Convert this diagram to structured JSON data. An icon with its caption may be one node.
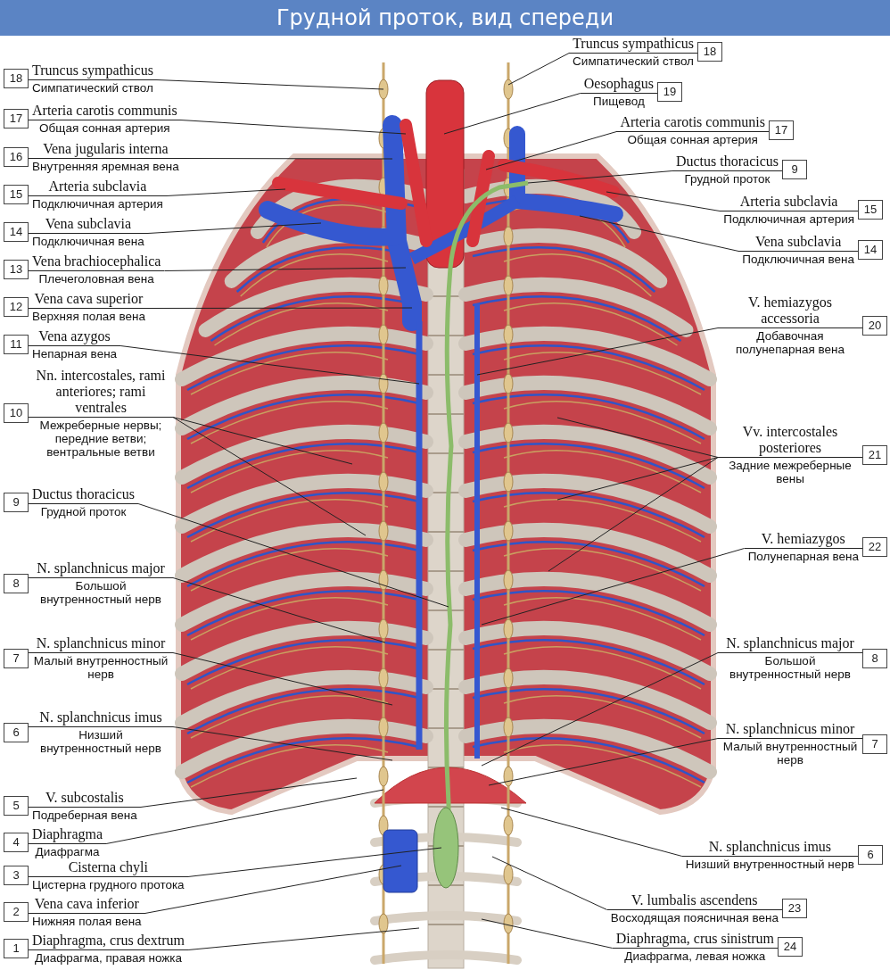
{
  "diagram": {
    "title": "Грудной проток, вид спереди",
    "nodes": [
      {
        "text": [
          "18",
          "Truncus sympathicus",
          "Симпатический ствол"
        ]
      },
      {
        "text": [
          "17",
          "Arteria carotis communis",
          "Общая сонная артерия"
        ]
      },
      {
        "text": [
          "16",
          "Vena jugularis interna",
          "Внутренняя яремная вена"
        ]
      },
      {
        "text": [
          "15",
          "Arteria subclavia",
          "Подключичная артерия"
        ]
      },
      {
        "text": [
          "14",
          "Vena subclavia",
          "Подключичная вена"
        ]
      },
      {
        "text": [
          "13",
          "Vena brachiocephalica",
          "Плечеголовная вена"
        ]
      },
      {
        "text": [
          "12",
          "Vena cava superior",
          "Верхняя полая вена"
        ]
      },
      {
        "text": [
          "11",
          "Vena azygos",
          "Непарная вена"
        ]
      },
      {
        "text": [
          "10",
          "Nn. intercostales, rami anteriores; rami ventrales",
          "Межреберные нервы; передние ветви; вентральные ветви"
        ]
      },
      {
        "text": [
          "9",
          "Ductus thoracicus",
          "Грудной проток"
        ]
      },
      {
        "text": [
          "8",
          "N. splanchnicus major",
          "Большой внутренностный нерв"
        ]
      },
      {
        "text": [
          "7",
          "N. splanchnicus minor",
          "Малый внутренностный нерв"
        ]
      },
      {
        "text": [
          "6",
          "N. splanchnicus imus",
          "Низший внутренностный нерв"
        ]
      },
      {
        "text": [
          "5",
          "V. subcostalis",
          "Подреберная вена"
        ]
      },
      {
        "text": [
          "4",
          "Diaphragma",
          "Диафрагма"
        ]
      },
      {
        "text": [
          "3",
          "Cisterna chyli",
          "Цистерна грудного протока"
        ]
      },
      {
        "text": [
          "2",
          "Vena cava inferior",
          "Нижняя полая вена"
        ]
      },
      {
        "text": [
          "1",
          "Diaphragma, crus dextrum",
          "Диафрагма, правая ножка"
        ]
      },
      {
        "text": [
          "Truncus sympathicus",
          "Симпатический ствол",
          "18"
        ]
      },
      {
        "text": [
          "Oesophagus",
          "Пищевод",
          "19"
        ]
      },
      {
        "text": [
          "Arteria carotis communis",
          "Общая сонная артерия",
          "17"
        ]
      },
      {
        "text": [
          "Ductus thoracicus",
          "Грудной проток",
          "9"
        ]
      },
      {
        "text": [
          "Arteria subclavia",
          "Подключичная артерия",
          "15"
        ]
      },
      {
        "text": [
          "Vena subclavia",
          "Подключичная вена",
          "14"
        ]
      },
      {
        "text": [
          "V. hemiazygos accessoria",
          "Добавочная полунепарная вена",
          "20"
        ]
      },
      {
        "text": [
          "Vv. intercostales posteriores",
          "Задние межреберные вены",
          "21"
        ]
      },
      {
        "text": [
          "V. hemiazygos",
          "Полунепарная вена",
          "22"
        ]
      },
      {
        "text": [
          "N. splanchnicus major",
          "Большой внутренностный нерв",
          "8"
        ]
      },
      {
        "text": [
          "N. splanchnicus minor",
          "Малый внутренностный нерв",
          "7"
        ]
      },
      {
        "text": [
          "N. splanchnicus imus",
          "Низший внутренностный нерв",
          "6"
        ]
      },
      {
        "text": [
          "V. lumbalis ascendens",
          "Восходящая поясничная вена",
          "23"
        ]
      },
      {
        "text": [
          "Diaphragma, crus sinistrum",
          "Диафрагма, левая ножка",
          "24"
        ]
      }
    ],
    "edges": [
      {
        "from": 0,
        "to": null,
        "arrow": "none"
      },
      {
        "from": 1,
        "to": null,
        "arrow": "none"
      },
      {
        "from": 2,
        "to": null,
        "arrow": "none"
      },
      {
        "from": 3,
        "to": null,
        "arrow": "none"
      },
      {
        "from": 4,
        "to": null,
        "arrow": "none"
      },
      {
        "from": 5,
        "to": null,
        "arrow": "none"
      },
      {
        "from": 6,
        "to": null,
        "arrow": "none"
      },
      {
        "from": 7,
        "to": null,
        "arrow": "none"
      },
      {
        "from": 8,
        "to": null,
        "arrow": "none"
      },
      {
        "from": 8,
        "to": null,
        "arrow": "none"
      },
      {
        "from": 9,
        "to": null,
        "arrow": "none"
      },
      {
        "from": 10,
        "to": null,
        "arrow": "none"
      },
      {
        "from": 11,
        "to": null,
        "arrow": "none"
      },
      {
        "from": 12,
        "to": null,
        "arrow": "none"
      },
      {
        "from": 13,
        "to": null,
        "arrow": "none"
      },
      {
        "from": 14,
        "to": null,
        "arrow": "none"
      },
      {
        "from": 15,
        "to": null,
        "arrow": "none"
      },
      {
        "from": 16,
        "to": null,
        "arrow": "none"
      },
      {
        "from": 17,
        "to": null,
        "arrow": "none"
      },
      {
        "from": 18,
        "to": null,
        "arrow": "none"
      },
      {
        "from": 19,
        "to": null,
        "arrow": "none"
      },
      {
        "from": 20,
        "to": null,
        "arrow": "none"
      },
      {
        "from": 21,
        "to": null,
        "arrow": "none"
      },
      {
        "from": 22,
        "to": null,
        "arrow": "none"
      },
      {
        "from": 23,
        "to": null,
        "arrow": "none"
      },
      {
        "from": 24,
        "to": null,
        "arrow": "none"
      },
      {
        "from": 25,
        "to": null,
        "arrow": "none"
      },
      {
        "from": 25,
        "to": null,
        "arrow": "none"
      },
      {
        "from": 25,
        "to": null,
        "arrow": "none"
      },
      {
        "from": 26,
        "to": null,
        "arrow": "none"
      },
      {
        "from": 27,
        "to": null,
        "arrow": "none"
      },
      {
        "from": 28,
        "to": null,
        "arrow": "none"
      },
      {
        "from": 29,
        "to": null,
        "arrow": "none"
      },
      {
        "from": 30,
        "to": null,
        "arrow": "none"
      },
      {
        "from": 31,
        "to": null,
        "arrow": "none"
      }
    ]
  }
}
